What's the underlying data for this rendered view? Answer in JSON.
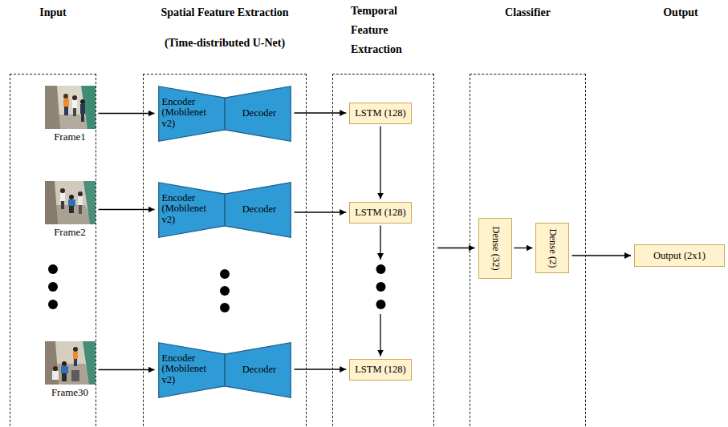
{
  "diagram": {
    "nodes": [
      {
        "text": [
          "Input"
        ]
      },
      {
        "text": [
          "Frame1"
        ],
        "in": 0
      },
      {
        "text": [
          "Frame2"
        ],
        "in": 0
      },
      {
        "text": [
          "Frame30"
        ],
        "in": 0
      },
      {
        "text": [
          "Spatial Feature Extraction",
          "(Time-distributed U-Net)"
        ]
      },
      {
        "text": [
          "Encoder (Mobilenet v2)",
          "Decoder"
        ],
        "in": 4
      },
      {
        "text": [
          "Encoder (Mobilenet v2)",
          "Decoder"
        ],
        "in": 4
      },
      {
        "text": [
          "Encoder (Mobilenet v2)",
          "Decoder"
        ],
        "in": 4
      },
      {
        "text": [
          "Temporal Feature Extraction"
        ]
      },
      {
        "text": [
          "LSTM (128)"
        ],
        "in": 8
      },
      {
        "text": [
          "LSTM (128)"
        ],
        "in": 8
      },
      {
        "text": [
          "LSTM (128)"
        ],
        "in": 8
      },
      {
        "text": [
          "Classifier"
        ]
      },
      {
        "text": [
          "Dense (32)"
        ],
        "in": 12
      },
      {
        "text": [
          "Dense (2)"
        ],
        "in": 12
      },
      {
        "text": [
          "Output (2x1)"
        ]
      }
    ],
    "edges": [
      {
        "from": 1,
        "to": 5,
        "arrow": "to"
      },
      {
        "from": 2,
        "to": 6,
        "arrow": "to"
      },
      {
        "from": 3,
        "to": 7,
        "arrow": "to"
      },
      {
        "from": 5,
        "to": 9,
        "arrow": "to"
      },
      {
        "from": 6,
        "to": 10,
        "arrow": "to"
      },
      {
        "from": 7,
        "to": 11,
        "arrow": "to"
      },
      {
        "from": 9,
        "to": 10,
        "arrow": "to"
      },
      {
        "from": 10,
        "to": 11,
        "arrow": "to"
      },
      {
        "from": 8,
        "to": 13,
        "arrow": "to"
      },
      {
        "from": 13,
        "to": 14,
        "arrow": "to"
      },
      {
        "from": 14,
        "to": 15,
        "arrow": "to"
      }
    ],
    "labels": [
      "Output"
    ]
  }
}
